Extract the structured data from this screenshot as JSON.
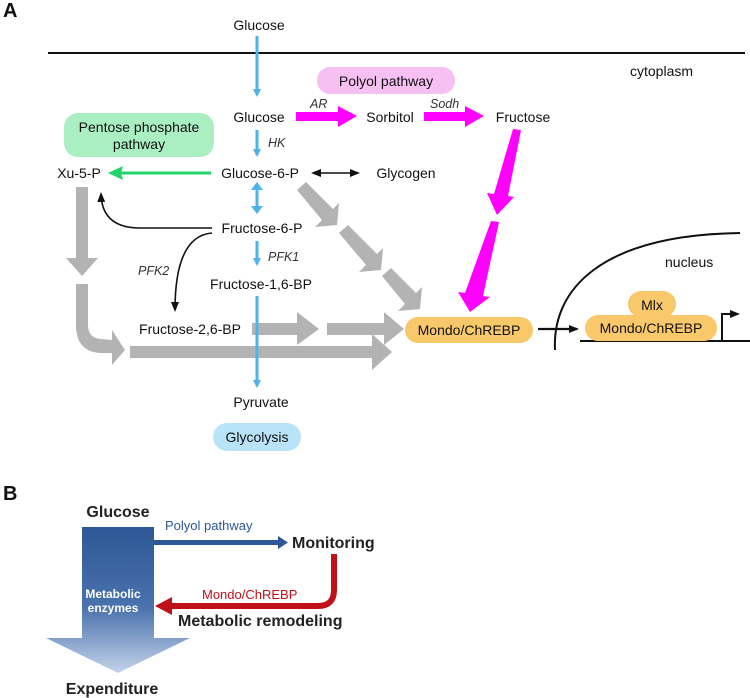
{
  "panel_a": {
    "label": "A",
    "compartments": {
      "cytoplasm": "cytoplasm",
      "nucleus": "nucleus"
    },
    "metabolites": {
      "glucose_extracellular": "Glucose",
      "glucose": "Glucose",
      "sorbitol": "Sorbitol",
      "fructose": "Fructose",
      "glucose_6_p": "Glucose-6-P",
      "glycogen": "Glycogen",
      "xu_5_p": "Xu-5-P",
      "fructose_6_p": "Fructose-6-P",
      "fructose_1_6_bp": "Fructose-1,6-BP",
      "fructose_2_6_bp": "Fructose-2,6-BP",
      "pyruvate": "Pyruvate"
    },
    "enzymes": {
      "ar": "AR",
      "sodh": "Sodh",
      "hk": "HK",
      "pfk1": "PFK1",
      "pfk2": "PFK2"
    },
    "pathways": {
      "polyol": "Polyol pathway",
      "pentose_phosphate": [
        "Pentose phosphate",
        "pathway"
      ],
      "glycolysis": "Glycolysis"
    },
    "factors": {
      "mondo_cytoplasm": "Mondo/ChREBP",
      "mlx": "Mlx",
      "mondo_nucleus": "Mondo/ChREBP"
    },
    "colors": {
      "glycolysis": "#4db3ea",
      "polyol": "#ff00ff",
      "pentose": "#22d46a",
      "signal": "#b3b3b3",
      "mondo_box": "#f8c86a",
      "polyol_box": "#f7c0f2",
      "pentose_box": "#a9efc2",
      "glycolysis_box": "#b9e3f8"
    }
  },
  "panel_b": {
    "label": "B",
    "glucose": "Glucose",
    "enzymes": [
      "Metabolic",
      "enzymes"
    ],
    "expenditure": "Expenditure",
    "polyol_pathway": "Polyol pathway",
    "monitoring": "Monitoring",
    "mondo": "Mondo/ChREBP",
    "remodeling": "Metabolic remodeling",
    "colors": {
      "blue": "#2d5796",
      "red": "#c0101a"
    }
  }
}
